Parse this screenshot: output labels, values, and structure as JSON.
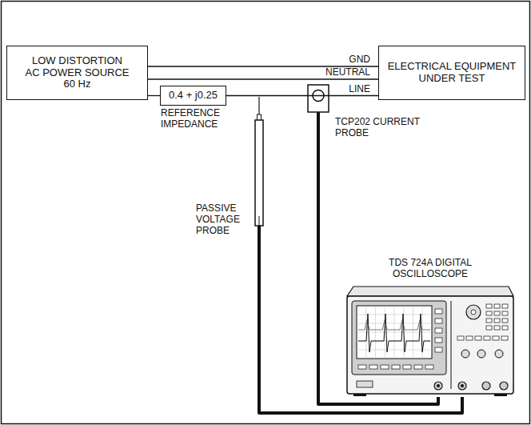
{
  "diagram": {
    "nodes": [
      {
        "text": [
          "LOW DISTORTION AC POWER SOURCE 60 Hz"
        ]
      },
      {
        "text": [
          "0.4 + j0.25",
          "REFERENCE IMPEDANCE"
        ]
      },
      {
        "text": [
          "ELECTRICAL EQUIPMENT UNDER TEST"
        ]
      },
      {
        "text": [
          "PASSIVE VOLTAGE PROBE"
        ]
      },
      {
        "text": [
          "TCP202 CURRENT PROBE"
        ]
      },
      {
        "text": [
          "TDS 724A DIGITAL OSCILLOSCOPE"
        ]
      }
    ],
    "edges": [
      {
        "from": 0,
        "to": 2,
        "label": "GND",
        "arrow": "none"
      },
      {
        "from": 0,
        "to": 2,
        "label": "NEUTRAL",
        "arrow": "none"
      },
      {
        "from": 0,
        "to": 1,
        "arrow": "none"
      },
      {
        "from": 1,
        "to": 2,
        "label": "LINE",
        "arrow": "none"
      },
      {
        "from": 3,
        "to": 5,
        "arrow": "none"
      },
      {
        "from": 4,
        "to": 5,
        "arrow": "none"
      }
    ]
  }
}
